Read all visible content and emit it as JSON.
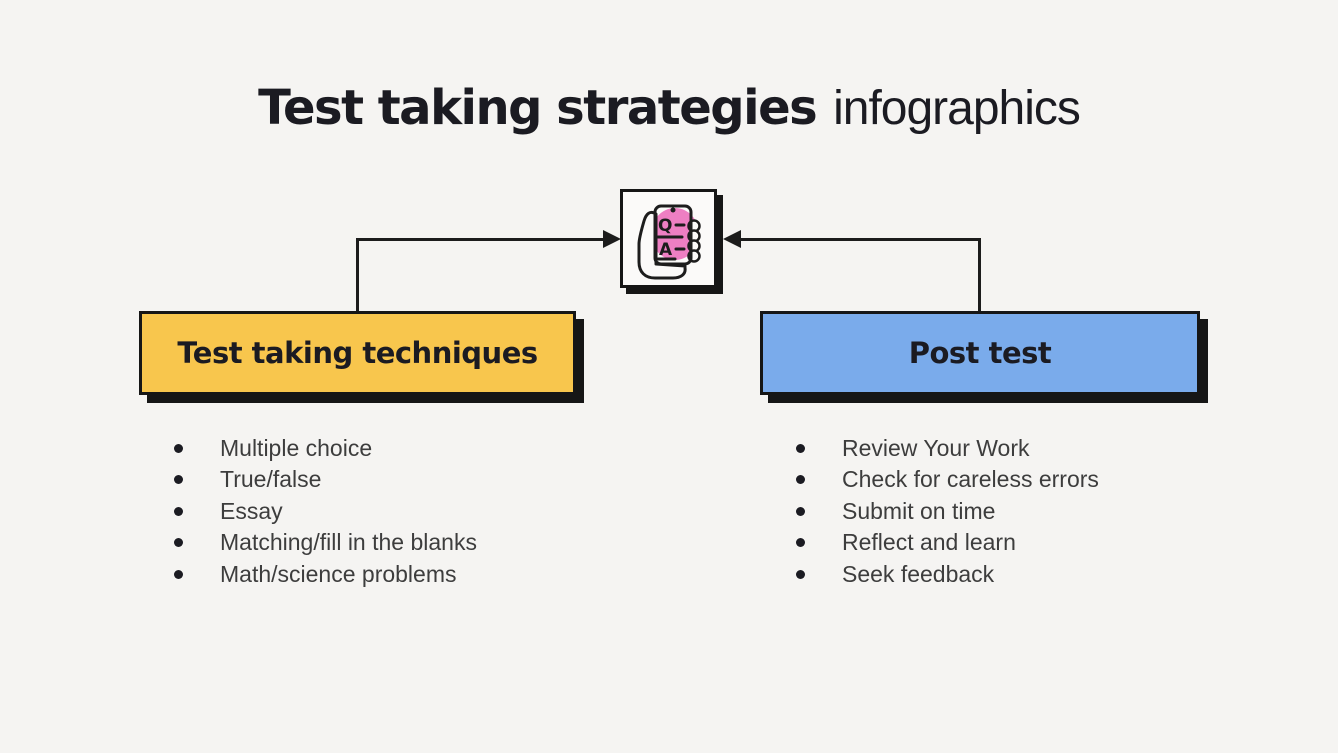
{
  "title": {
    "emphasis": "Test taking strategies",
    "suffix": "infographics"
  },
  "center_icon": {
    "name": "qa-hand-icon",
    "q_label": "Q",
    "a_label": "A"
  },
  "branches": [
    {
      "label": "Test taking techniques",
      "accent": "#F8C64D",
      "items": [
        "Multiple choice",
        "True/false",
        "Essay",
        "Matching/fill in the blanks",
        "Math/science problems"
      ]
    },
    {
      "label": "Post test",
      "accent": "#7AABEB",
      "items": [
        "Review Your Work",
        "Check for careless errors",
        "Submit on time",
        "Reflect and learn",
        "Seek feedback"
      ]
    }
  ],
  "colors": {
    "background": "#F5F4F2",
    "ink": "#1B1B22",
    "connector": "#1C1C1C",
    "list_text": "#3D3D3D",
    "yellow": "#F8C64D",
    "blue": "#7AABEB",
    "pink": "#EE7FC3"
  }
}
